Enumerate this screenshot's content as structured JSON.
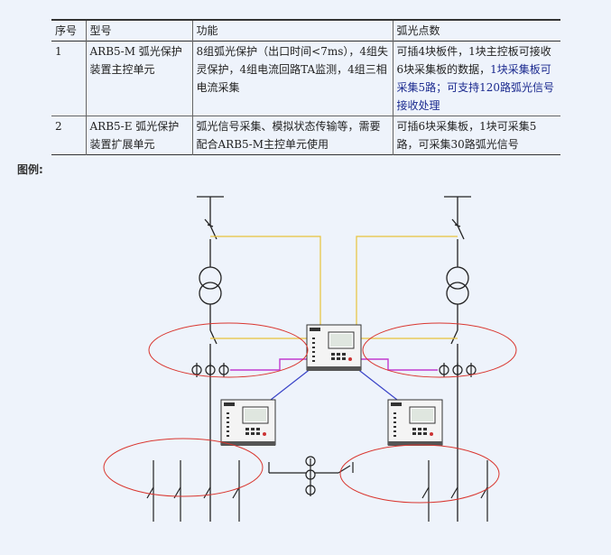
{
  "table": {
    "headers": [
      "序号",
      "型号",
      "功能",
      "弧光点数"
    ],
    "rows": [
      {
        "no": "1",
        "model": "ARB5-M 弧光保护装置主控单元",
        "function": "8组弧光保护（出口时间<7ms），4组失灵保护，4组电流回路TA监测，4组三相电流采集",
        "points_plain": "可插4块板件，1块主控板可接收6块采集板的数据，",
        "points_highlight": "1块采集板可采集5路；可支持120路弧光信号接收处理"
      },
      {
        "no": "2",
        "model": "ARB5-E 弧光保护装置扩展单元",
        "function": "弧光信号采集、模拟状态传输等，需要配合ARB5-M主控单元使用",
        "points_plain": "可插6块采集板，1块可采集5路，可采集30路弧光信号",
        "points_highlight": ""
      }
    ]
  },
  "legend_label": "图例:",
  "colors": {
    "background": "#eef3fb",
    "highlight_text": "#1b2a8f",
    "ellipse": "#d9362f",
    "signal_line": "#e8c23a",
    "fiber_line": "#c03ad0",
    "network_line": "#3a44c8"
  },
  "icons": [
    "breaker-switch-icon",
    "transformer-icon",
    "current-transformer-icon",
    "protection-device-icon"
  ]
}
